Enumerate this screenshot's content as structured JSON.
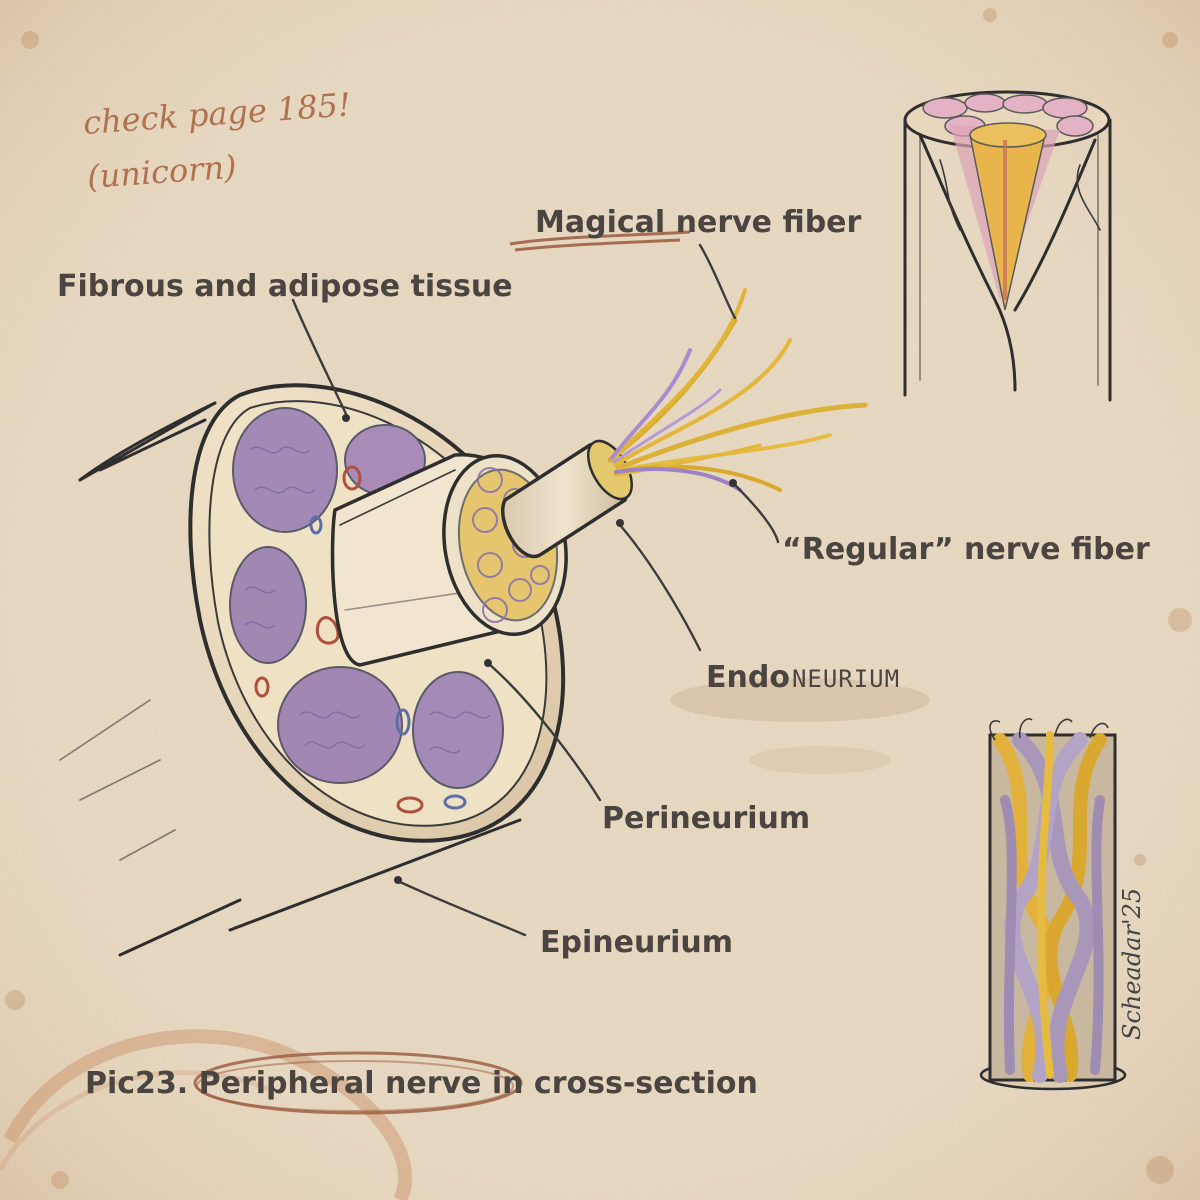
{
  "diagram": {
    "margin_note": {
      "line1": "check page 185!",
      "line2": "(unicorn)"
    },
    "labels": {
      "magical_fiber": "Magical nerve fiber",
      "fibrous_tissue": "Fibrous and adipose tissue",
      "regular_fiber": "“Regular” nerve fiber",
      "endoneurium_a": "Endo",
      "endoneurium_b": "NEURIUM",
      "perineurium": "Perineurium",
      "epineurium": "Epineurium"
    },
    "caption": "Pic23. Peripheral nerve in cross-section",
    "signature": "Scheadar'25",
    "colors": {
      "paper": "#e9d9c0",
      "ink": "#2e2e2e",
      "fascicle_purple": "#a389b6",
      "fiber_yellow": "#e3b63c",
      "fiber_violet": "#a98ccf",
      "vessel_red": "#b0503c",
      "vessel_blue": "#5a6fa8",
      "note_brown": "#b0714f"
    }
  }
}
